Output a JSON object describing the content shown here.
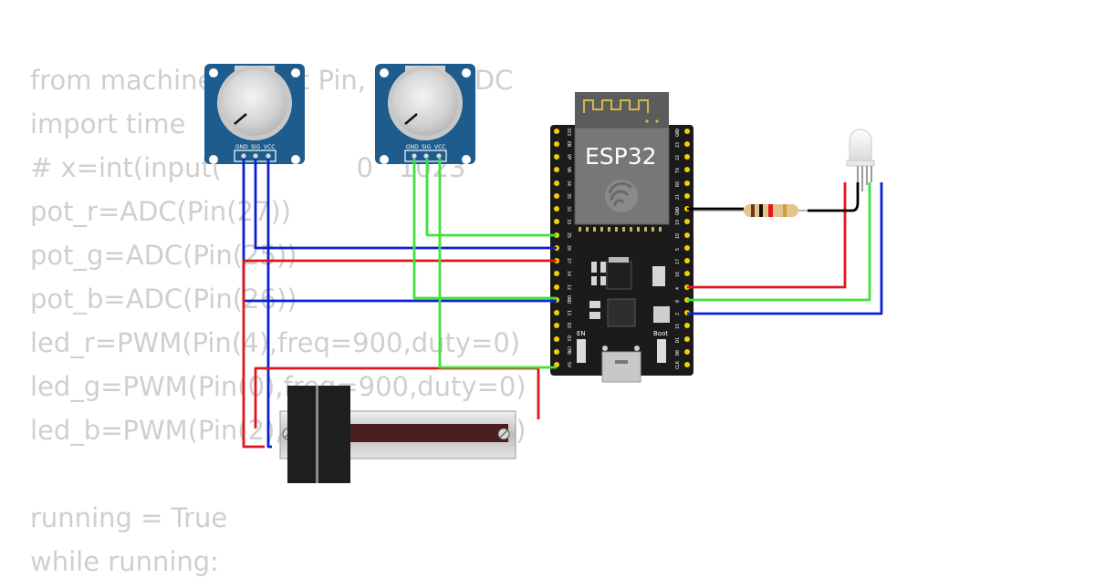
{
  "code": {
    "lines": [
      "from machine import Pin, PWM, ADC",
      "import time",
      "# x=int(input(                0   1023",
      "pot_r=ADC(Pin(27))",
      "pot_g=ADC(Pin(25))",
      "pot_b=ADC(Pin(26))",
      "led_r=PWM(Pin(4),freq=900,duty=0)",
      "led_g=PWM(Pin(0),freq=900,duty=0)",
      "led_b=PWM(Pin(2),freq=900,duty=0)",
      "",
      "running = True",
      "while running:"
    ]
  },
  "board": {
    "title": "ESP32",
    "en_label": "EN",
    "boot_label": "Boot",
    "left_pins": [
      "3V3",
      "EN",
      "VP",
      "VN",
      "34",
      "35",
      "32",
      "33",
      "25",
      "26",
      "27",
      "14",
      "12",
      "GND",
      "13",
      "D2",
      "D3",
      "CMD",
      "5V"
    ],
    "right_pins": [
      "GND",
      "23",
      "22",
      "TX",
      "RX",
      "21",
      "GND",
      "19",
      "18",
      "5",
      "17",
      "16",
      "4",
      "0",
      "2",
      "15",
      "D1",
      "D0",
      "CLK"
    ]
  },
  "potentiometers": [
    {
      "labels": [
        "GND",
        "SIG",
        "VCC"
      ]
    },
    {
      "labels": [
        "GND",
        "SIG",
        "VCC"
      ]
    }
  ],
  "colors": {
    "wire_red": "#e0161b",
    "wire_green": "#3ee23a",
    "wire_blue": "#0b1fd1",
    "wire_black": "#000000",
    "pot_blue": "#1d5c8d",
    "board_black": "#1b1b1b",
    "code_gray": "#cfcfcf"
  }
}
